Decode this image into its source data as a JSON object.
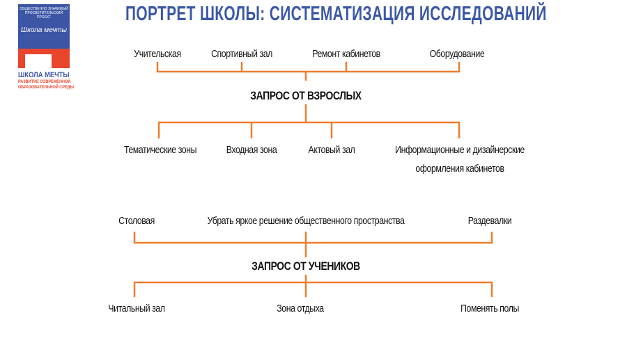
{
  "title": "ПОРТРЕТ ШКОЛЫ: СИСТЕМАТИЗАЦИЯ ИССЛЕДОВАНИЙ",
  "logo": {
    "top": "ОБЩЕСТВЕННО ЗНАЧИМЫЙ ПРОСВЕТИТЕЛЬСКИЙ ПРОЕКТ",
    "script": "Школа мечты",
    "name": "ШКОЛА МЕЧТЫ",
    "sub1": "РАЗВИТИЕ СОВРЕМЕННОЙ",
    "sub2": "ОБРАЗОВАТЕЛЬНОЙ СРЕДЫ"
  },
  "adults": {
    "heading": "ЗАПРОС ОТ ВЗРОСЛЫХ",
    "top": [
      "Учительская",
      "Спортивный зал",
      "Ремонт кабинетов",
      "Оборудование"
    ],
    "bottom": [
      "Тематические  зоны",
      "Входная зона",
      "Актовый зал",
      "Информационные и дизайнерские",
      "оформления кабинетов"
    ]
  },
  "students": {
    "heading": "ЗАПРОС ОТ УЧЕНИКОВ",
    "top": [
      "Столовая",
      "Убрать яркое решение общественного пространства",
      "Раздевалки"
    ],
    "bottom": [
      "Читальный зал",
      "Зона отдыха",
      "Поменять полы"
    ]
  },
  "colors": {
    "line": "#ee7d2e",
    "title": "#3b58a6"
  }
}
